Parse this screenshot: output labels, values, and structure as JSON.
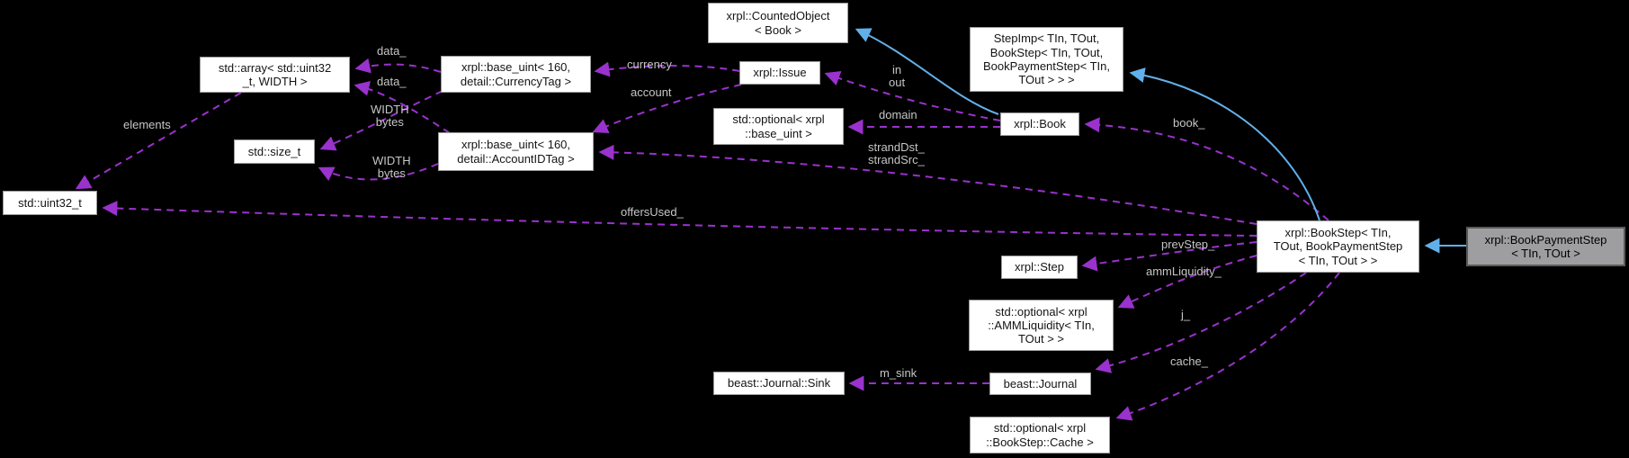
{
  "diagram": {
    "background": "#000000",
    "node_fill": "#ffffff",
    "node_border": "#9b9b9b",
    "highlight_fill": "#9e9ea0",
    "uses_edge_color": "#9a32cd",
    "inherit_edge_color": "#62b0ea",
    "edge_label_color": "#c6c6c6"
  },
  "nodes": {
    "counted_object": {
      "label": "xrpl::CountedObject\n< Book >"
    },
    "stepimp": {
      "label": "StepImp< TIn, TOut,\nBookStep< TIn, TOut,\nBookPaymentStep< TIn,\nTOut > > >"
    },
    "std_array": {
      "label": "std::array< std::uint32\n_t, WIDTH >"
    },
    "base_uint_currency": {
      "label": "xrpl::base_uint< 160,\ndetail::CurrencyTag >"
    },
    "issue": {
      "label": "xrpl::Issue"
    },
    "optional_base_uint": {
      "label": "std::optional< xrpl\n::base_uint >"
    },
    "book": {
      "label": "xrpl::Book"
    },
    "size_t": {
      "label": "std::size_t"
    },
    "base_uint_account": {
      "label": "xrpl::base_uint< 160,\ndetail::AccountIDTag >"
    },
    "uint32_t": {
      "label": "std::uint32_t"
    },
    "bookstep": {
      "label": "xrpl::BookStep< TIn,\nTOut, BookPaymentStep\n< TIn, TOut > >"
    },
    "bookpaymentstep": {
      "label": "xrpl::BookPaymentStep\n< TIn, TOut >"
    },
    "step": {
      "label": "xrpl::Step"
    },
    "optional_amm": {
      "label": "std::optional< xrpl\n::AMMLiquidity< TIn,\nTOut > >"
    },
    "journal_sink": {
      "label": "beast::Journal::Sink"
    },
    "journal": {
      "label": "beast::Journal"
    },
    "optional_cache": {
      "label": "std::optional< xrpl\n::BookStep::Cache >"
    }
  },
  "edge_labels": {
    "data1": "data_",
    "data2": "data_",
    "width_bytes1": "WIDTH\nbytes",
    "width_bytes2": "WIDTH\nbytes",
    "elements": "elements",
    "currency": "currency",
    "account": "account",
    "in_out": "in\nout",
    "domain": "domain",
    "strand": "strandDst_\nstrandSrc_",
    "book_ref": "book_",
    "offers_used": "offersUsed_",
    "prev_step": "prevStep_",
    "amm_liquidity": "ammLiquidity_",
    "j": "j_",
    "cache": "cache_",
    "m_sink": "m_sink"
  }
}
